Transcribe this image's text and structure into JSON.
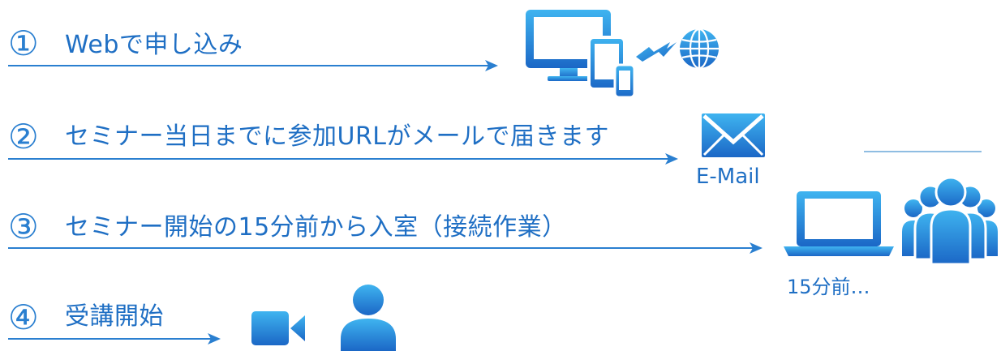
{
  "steps": [
    {
      "number": "①",
      "text": "Webで申し込み"
    },
    {
      "number": "②",
      "text": "セミナー当日までに参加URLがメールで届きます"
    },
    {
      "number": "③",
      "text": "セミナー開始の15分前から入室（接続作業）"
    },
    {
      "number": "④",
      "text": "受講開始"
    }
  ],
  "captions": {
    "email": "E-Mail",
    "minutes_before": "15分前…"
  },
  "colors": {
    "primary": "#1f6fc4",
    "gradient_top": "#3fb4f0",
    "gradient_bottom": "#1b67c6"
  },
  "icons": [
    "devices-icon",
    "globe-icon",
    "mail-icon",
    "laptop-icon",
    "group-icon",
    "video-camera-icon",
    "person-icon"
  ]
}
